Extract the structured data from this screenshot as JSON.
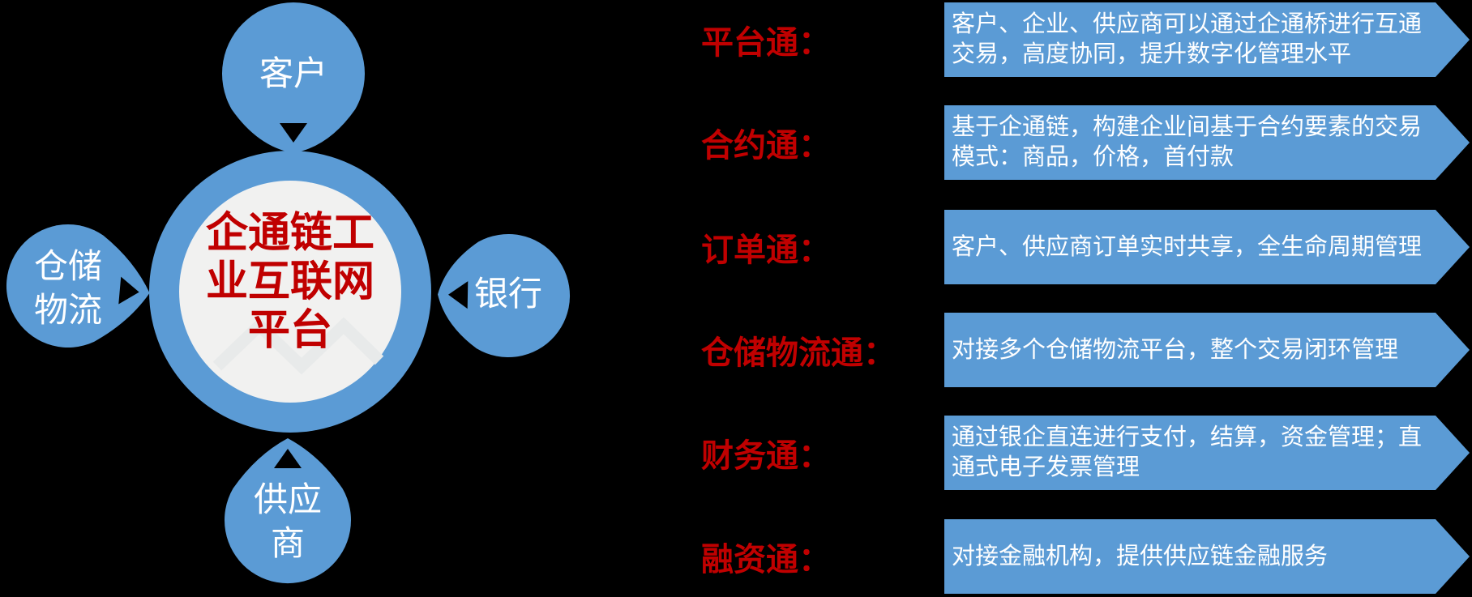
{
  "colors": {
    "blue": "#5b9bd5",
    "red": "#c00000",
    "circle_fill": "#f1f1f0",
    "background": "#000000",
    "text_white": "#ffffff"
  },
  "diagram": {
    "center": {
      "label": "企通链工\n业互联网\n平台"
    },
    "satellites": [
      {
        "id": "customer",
        "label": "客户"
      },
      {
        "id": "warehouse-logistics",
        "label": "仓储\n物流"
      },
      {
        "id": "bank",
        "label": "银行"
      },
      {
        "id": "supplier",
        "label": "供应\n商"
      }
    ]
  },
  "features": [
    {
      "label": "平台通：",
      "description": "客户、企业、供应商可以通过企通桥进行互通\n交易，高度协同，提升数字化管理水平"
    },
    {
      "label": "合约通：",
      "description": "基于企通链，构建企业间基于合约要素的交易\n模式：商品，价格，首付款"
    },
    {
      "label": "订单通：",
      "description": "客户、供应商订单实时共享，全生命周期管理"
    },
    {
      "label": "仓储物流通：",
      "description": "对接多个仓储物流平台，整个交易闭环管理"
    },
    {
      "label": "财务通：",
      "description": "通过银企直连进行支付，结算，资金管理；直\n通式电子发票管理"
    },
    {
      "label": "融资通：",
      "description": "对接金融机构，提供供应链金融服务"
    }
  ]
}
